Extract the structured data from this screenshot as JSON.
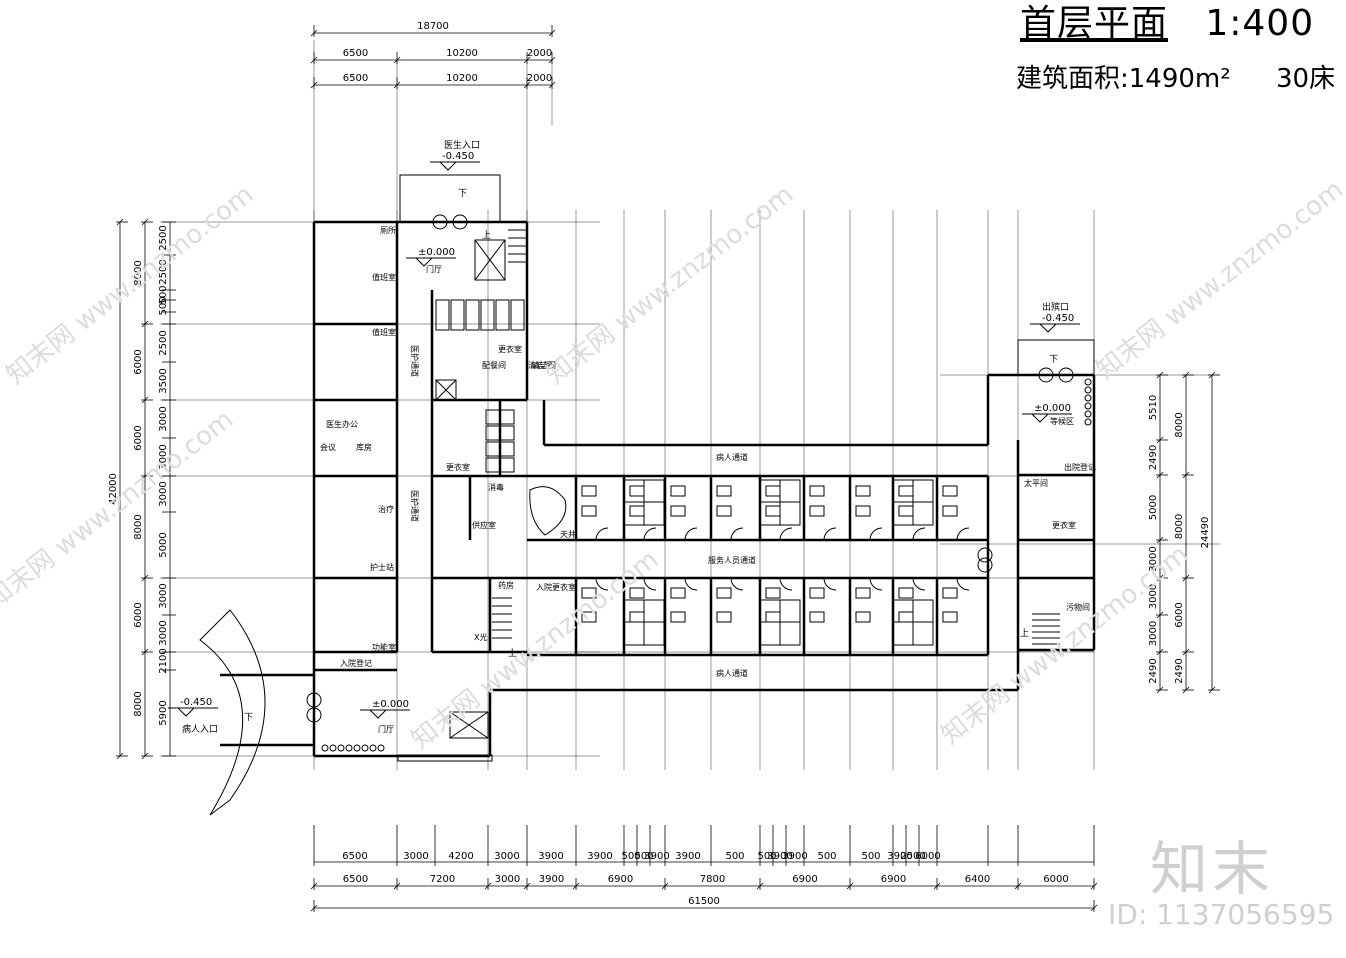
{
  "title": "首层平面",
  "scale": "1:400",
  "area_label": "建筑面积:1490m²",
  "beds": "30床",
  "watermark": {
    "site": "www.znzmo.com",
    "brand": "知末网",
    "logo": "知末",
    "id": "ID: 1137056595"
  },
  "dims_top_row1": [
    "6500",
    "10200",
    "2000"
  ],
  "dims_top_row2": [
    "6500",
    "10200",
    "2000"
  ],
  "dim_top_total": "18700",
  "dims_bottom_row1": [
    "6500",
    "3000",
    "4200",
    "3000",
    "3900",
    "3900",
    "500",
    "500",
    "3900",
    "3900",
    "500",
    "500",
    "3900",
    "3900",
    "500",
    "500",
    "3900",
    "2500",
    "6000"
  ],
  "dims_bottom_row2": [
    "6500",
    "7200",
    "3000",
    "3900",
    "6900",
    "7800",
    "6900",
    "6900",
    "6400",
    "6000"
  ],
  "dim_bottom_total": "61500",
  "dims_left_inner": [
    "2500",
    "2500",
    "500",
    "500",
    "2500",
    "3500",
    "3000",
    "3000",
    "3000",
    "5000",
    "3000",
    "3000",
    "2100",
    "5900"
  ],
  "dims_left_outer": [
    "8000",
    "6000",
    "6000",
    "8000",
    "6000",
    "8000"
  ],
  "dim_left_total": "42000",
  "dims_right_inner": [
    "5510",
    "2490",
    "5000",
    "3000",
    "3000",
    "3000",
    "2490"
  ],
  "dims_right_outer": [
    "8000",
    "8000",
    "6000",
    "2490"
  ],
  "dim_right_total": "24490",
  "levels": {
    "doctor_entry": "医生入口",
    "doctor_entry_level": "-0.450",
    "exit": "出殡口",
    "exit_level": "-0.450",
    "patient_entry": "病人入口",
    "patient_entry_level": "-0.450",
    "lobby_level_1": "±0.000",
    "lobby_level_2": "±0.000",
    "lobby_level_3": "±0.000",
    "down": "下",
    "up": "上"
  },
  "rooms": {
    "lobby": "门厅",
    "lobby2": "门厅",
    "corridor_doctor": "医护通道",
    "corridor_doctor2": "医护通道",
    "changing": "更衣室",
    "changing2": "更衣室",
    "changing3": "更衣室",
    "duty": "值班室",
    "duty2": "值班室",
    "toilet": "厕所",
    "cleaning": "清洁间",
    "cleaning2": "清洁间",
    "doctor_office": "医生办公",
    "meeting": "会议",
    "nurse_station": "护士站",
    "treatment": "治疗",
    "kitchen": "配餐间",
    "patient_change": "入院更衣室",
    "admission": "入院登记",
    "storage": "库房",
    "supply": "供应室",
    "patient_corridor": "病人通道",
    "patient_corridor2": "病人通道",
    "service_corridor": "服务人员通道",
    "atrium": "天井",
    "waiting": "等候区",
    "discharge": "出院登记",
    "mortuary": "太平间",
    "dirty": "污物间",
    "drug": "药房",
    "sterile": "消毒",
    "x_ray": "X光",
    "work": "功能室"
  }
}
